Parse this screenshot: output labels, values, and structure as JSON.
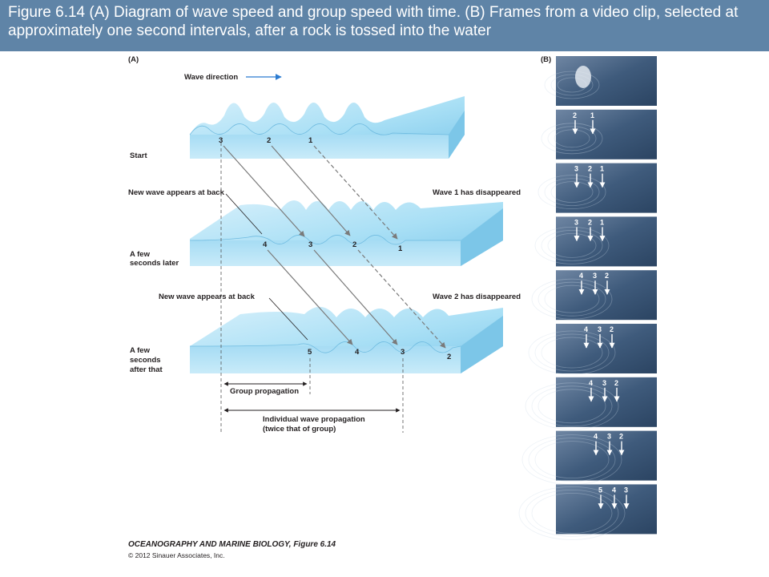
{
  "header": {
    "title": "Figure 6.14  (A) Diagram of wave speed and group speed with time. (B) Frames from a video clip, selected at approximately one second intervals, after a rock is tossed into the water",
    "background": "#5f84a7"
  },
  "panel_a": {
    "label": "(A)",
    "wave_direction": "Wave direction",
    "stages": [
      {
        "label_lines": [
          "Start"
        ],
        "wave_numbers": [
          "3",
          "2",
          "1"
        ]
      },
      {
        "label_lines": [
          "A few",
          "seconds later"
        ],
        "wave_numbers": [
          "4",
          "3",
          "2",
          "1"
        ],
        "left_note": "New wave appears at back",
        "right_note": "Wave 1 has disappeared"
      },
      {
        "label_lines": [
          "A few",
          "seconds",
          "after that"
        ],
        "wave_numbers": [
          "5",
          "4",
          "3",
          "2"
        ],
        "left_note": "New wave appears at back",
        "right_note": "Wave 2 has disappeared"
      }
    ],
    "group_propagation": "Group propagation",
    "individual_propagation_lines": [
      "Individual wave propagation",
      "(twice that of group)"
    ],
    "water_color": "#8fd0ee",
    "arrow_color": "#2b7bd1"
  },
  "panel_b": {
    "label": "(B)",
    "frames": [
      {
        "numbers": []
      },
      {
        "numbers": [
          "2",
          "1"
        ]
      },
      {
        "numbers": [
          "3",
          "2",
          "1"
        ]
      },
      {
        "numbers": [
          "3",
          "2",
          "1"
        ]
      },
      {
        "numbers": [
          "4",
          "3",
          "2"
        ]
      },
      {
        "numbers": [
          "4",
          "3",
          "2"
        ]
      },
      {
        "numbers": [
          "4",
          "3",
          "2"
        ]
      },
      {
        "numbers": [
          "4",
          "3",
          "2"
        ]
      },
      {
        "numbers": [
          "5",
          "4",
          "3"
        ]
      }
    ]
  },
  "footer": {
    "title": "OCEANOGRAPHY AND MARINE BIOLOGY, Figure 6.14",
    "copyright": "© 2012 Sinauer Associates, Inc."
  }
}
